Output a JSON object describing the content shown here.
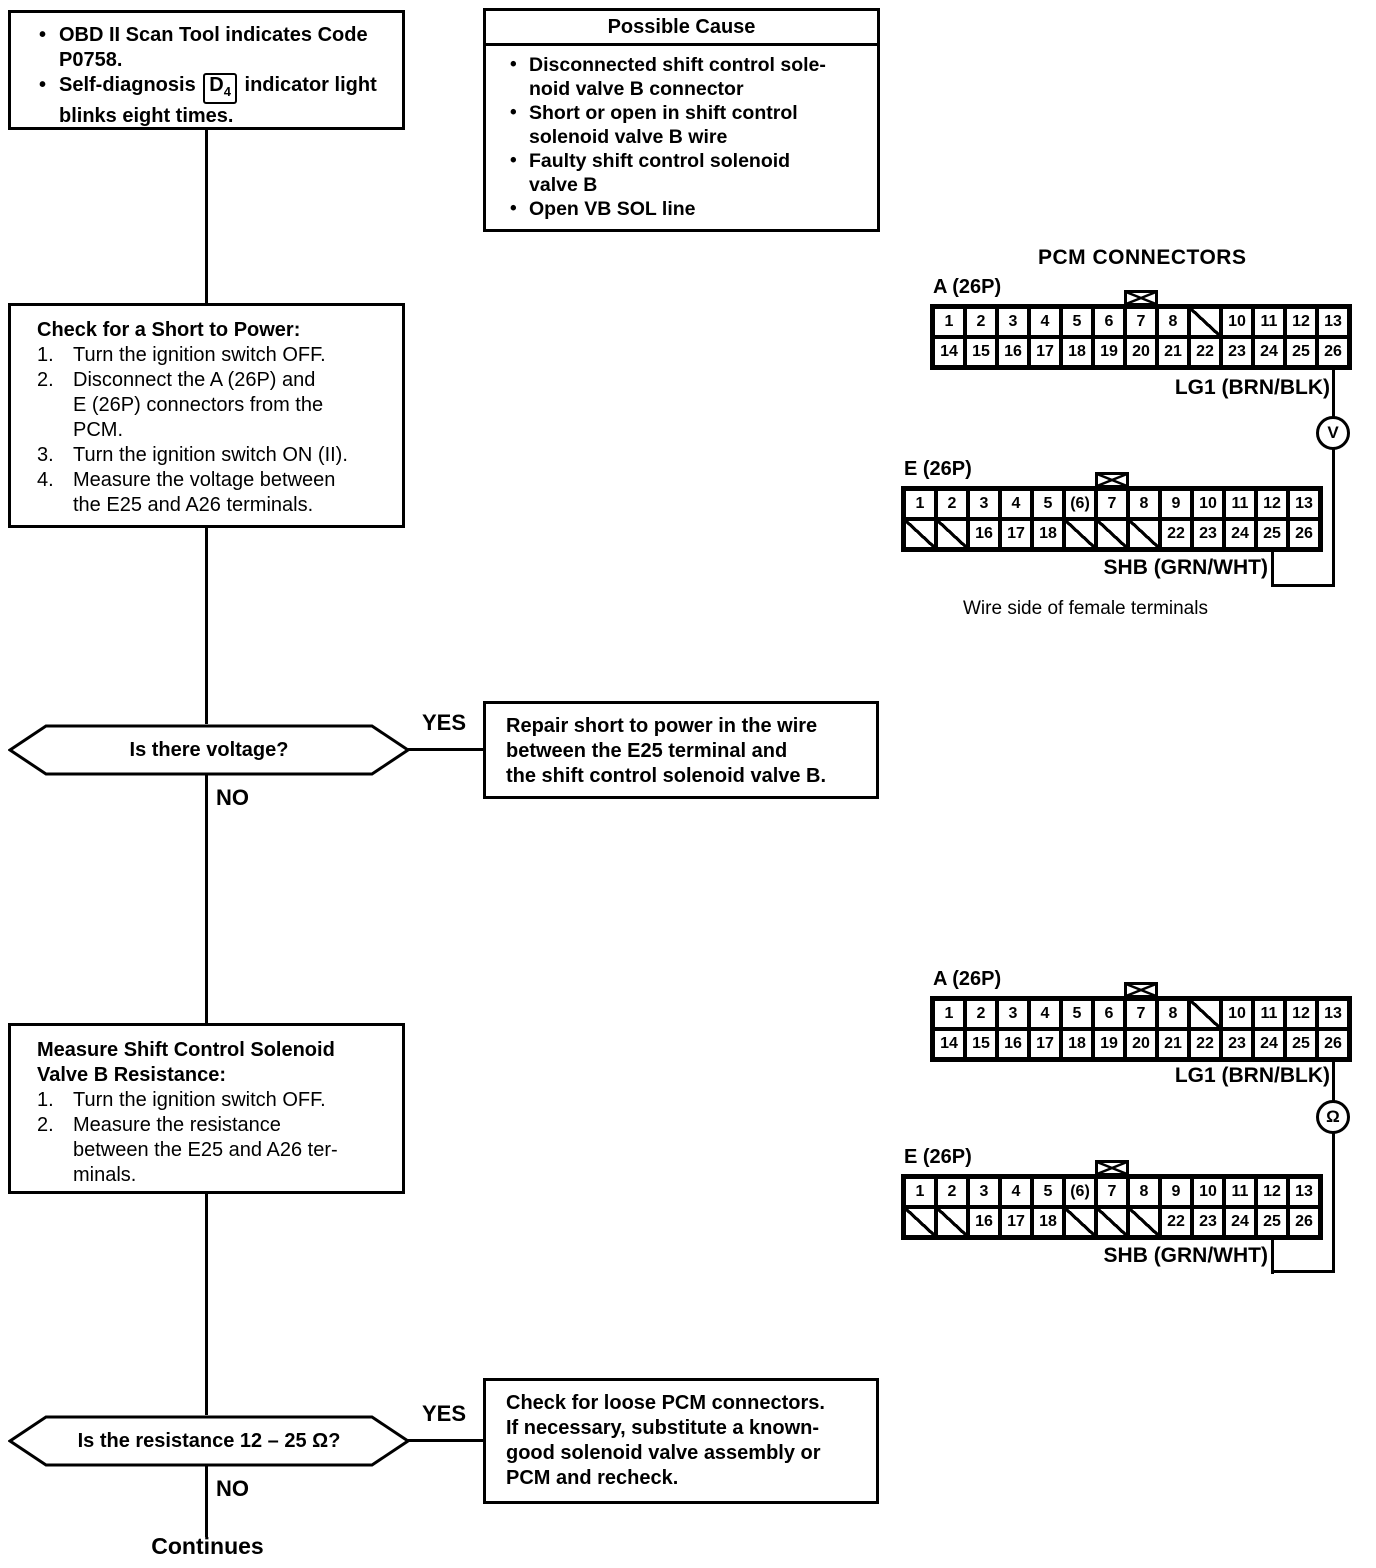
{
  "ui": {
    "bullet": "•",
    "ink": "#000000",
    "paper": "#ffffff"
  },
  "start": {
    "item1": "OBD II Scan Tool indicates Code\nP0758.",
    "item2_pre": "Self-diagnosis",
    "d4": "D",
    "d4_sub": "4",
    "item2_post": " indicator light\nblinks eight times."
  },
  "possible_cause": {
    "title": "Possible Cause",
    "items": [
      "Disconnected shift control sole-\nnoid valve B connector",
      "Short or open in shift control\nsolenoid valve B wire",
      "Faulty shift control solenoid\nvalve B",
      "Open VB SOL line"
    ]
  },
  "check_short": {
    "title": "Check for a Short to Power:",
    "steps": [
      {
        "n": "1.",
        "t": "Turn the ignition switch OFF."
      },
      {
        "n": "2.",
        "t": "Disconnect the A (26P) and\nE (26P) connectors from the\nPCM."
      },
      {
        "n": "3.",
        "t": "Turn the ignition switch ON (II)."
      },
      {
        "n": "4.",
        "t": "Measure the voltage between\nthe E25 and A26 terminals."
      }
    ]
  },
  "decision1": {
    "question": "Is there voltage?",
    "yes": "YES",
    "no": "NO"
  },
  "repair_box": {
    "text": "Repair short to power in the wire\nbetween the E25 terminal and\nthe shift control solenoid valve B."
  },
  "measure_resistance": {
    "title": "Measure Shift Control Solenoid\nValve B Resistance:",
    "steps": [
      {
        "n": "1.",
        "t": "Turn the ignition switch OFF."
      },
      {
        "n": "2.",
        "t": "Measure the resistance\nbetween the E25 and A26 ter-\nminals."
      }
    ]
  },
  "decision2": {
    "question": "Is the resistance 12 – 25 Ω?",
    "yes": "YES",
    "no": "NO"
  },
  "loose_box": {
    "text": "Check for loose PCM connectors.\nIf necessary, substitute a known-\ngood solenoid valve assembly or\nPCM and recheck."
  },
  "continues": "Continues",
  "connectors": {
    "title": "PCM CONNECTORS",
    "note": "Wire side of female terminals",
    "sets": [
      {
        "meter": "V",
        "a": {
          "label": "A (26P)",
          "wire": "LG1 (BRN/BLK)",
          "rows": [
            [
              "1",
              "2",
              "3",
              "4",
              "5",
              "6",
              "7",
              "8",
              "/",
              "10",
              "11",
              "12",
              "13"
            ],
            [
              "14",
              "15",
              "16",
              "17",
              "18",
              "19",
              "20",
              "21",
              "22",
              "23",
              "24",
              "25",
              "26"
            ]
          ]
        },
        "e": {
          "label": "E (26P)",
          "wire": "SHB (GRN/WHT)",
          "rows": [
            [
              "1",
              "2",
              "3",
              "4",
              "5",
              "(6)",
              "7",
              "8",
              "9",
              "10",
              "11",
              "12",
              "13"
            ],
            [
              "/",
              "/",
              "16",
              "17",
              "18",
              "/",
              "/",
              "/",
              "22",
              "23",
              "24",
              "25",
              "26"
            ]
          ]
        }
      },
      {
        "meter": "Ω",
        "a": {
          "label": "A (26P)",
          "wire": "LG1 (BRN/BLK)",
          "rows": [
            [
              "1",
              "2",
              "3",
              "4",
              "5",
              "6",
              "7",
              "8",
              "/",
              "10",
              "11",
              "12",
              "13"
            ],
            [
              "14",
              "15",
              "16",
              "17",
              "18",
              "19",
              "20",
              "21",
              "22",
              "23",
              "24",
              "25",
              "26"
            ]
          ]
        },
        "e": {
          "label": "E (26P)",
          "wire": "SHB (GRN/WHT)",
          "rows": [
            [
              "1",
              "2",
              "3",
              "4",
              "5",
              "(6)",
              "7",
              "8",
              "9",
              "10",
              "11",
              "12",
              "13"
            ],
            [
              "/",
              "/",
              "16",
              "17",
              "18",
              "/",
              "/",
              "/",
              "22",
              "23",
              "24",
              "25",
              "26"
            ]
          ]
        }
      }
    ]
  }
}
